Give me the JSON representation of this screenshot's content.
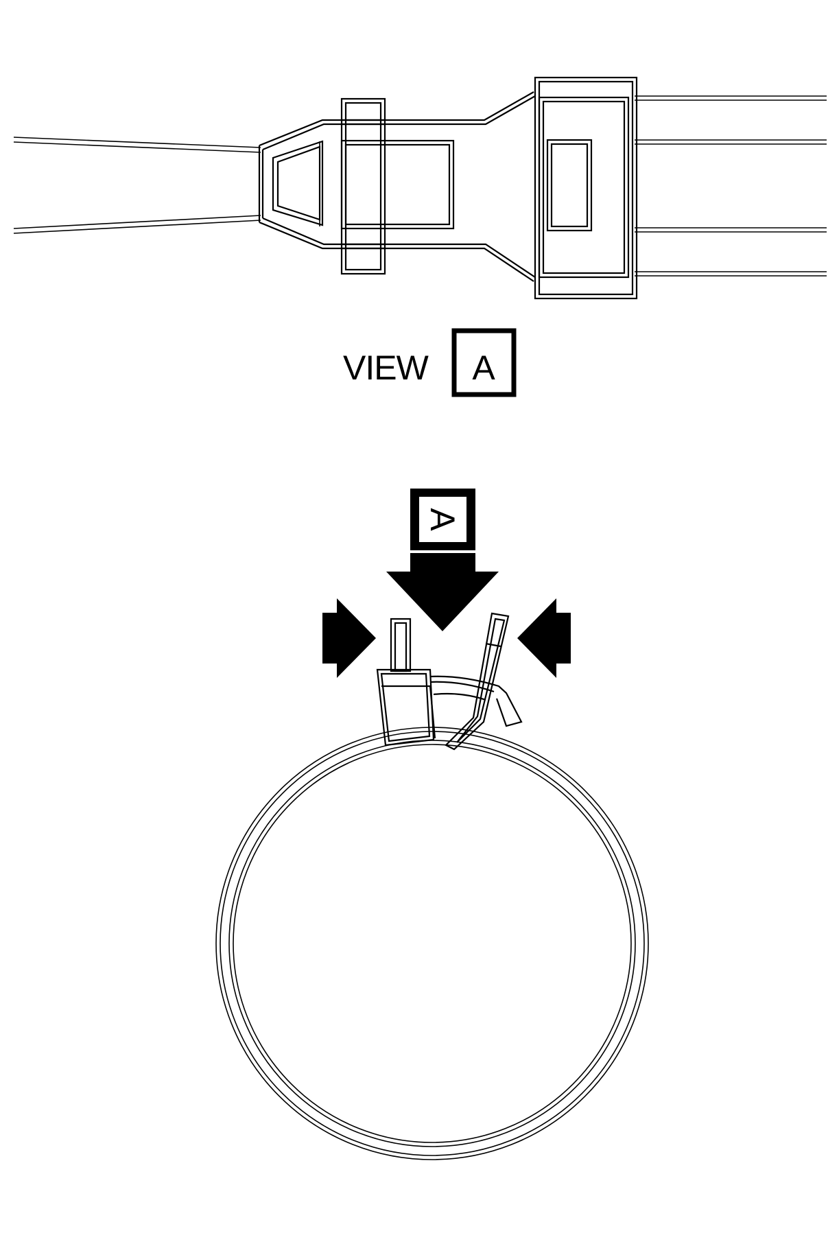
{
  "view_label": {
    "word": "VIEW",
    "letter": "A"
  },
  "callout": {
    "letter": "A"
  },
  "colors": {
    "line": "#000000",
    "background": "#ffffff"
  }
}
